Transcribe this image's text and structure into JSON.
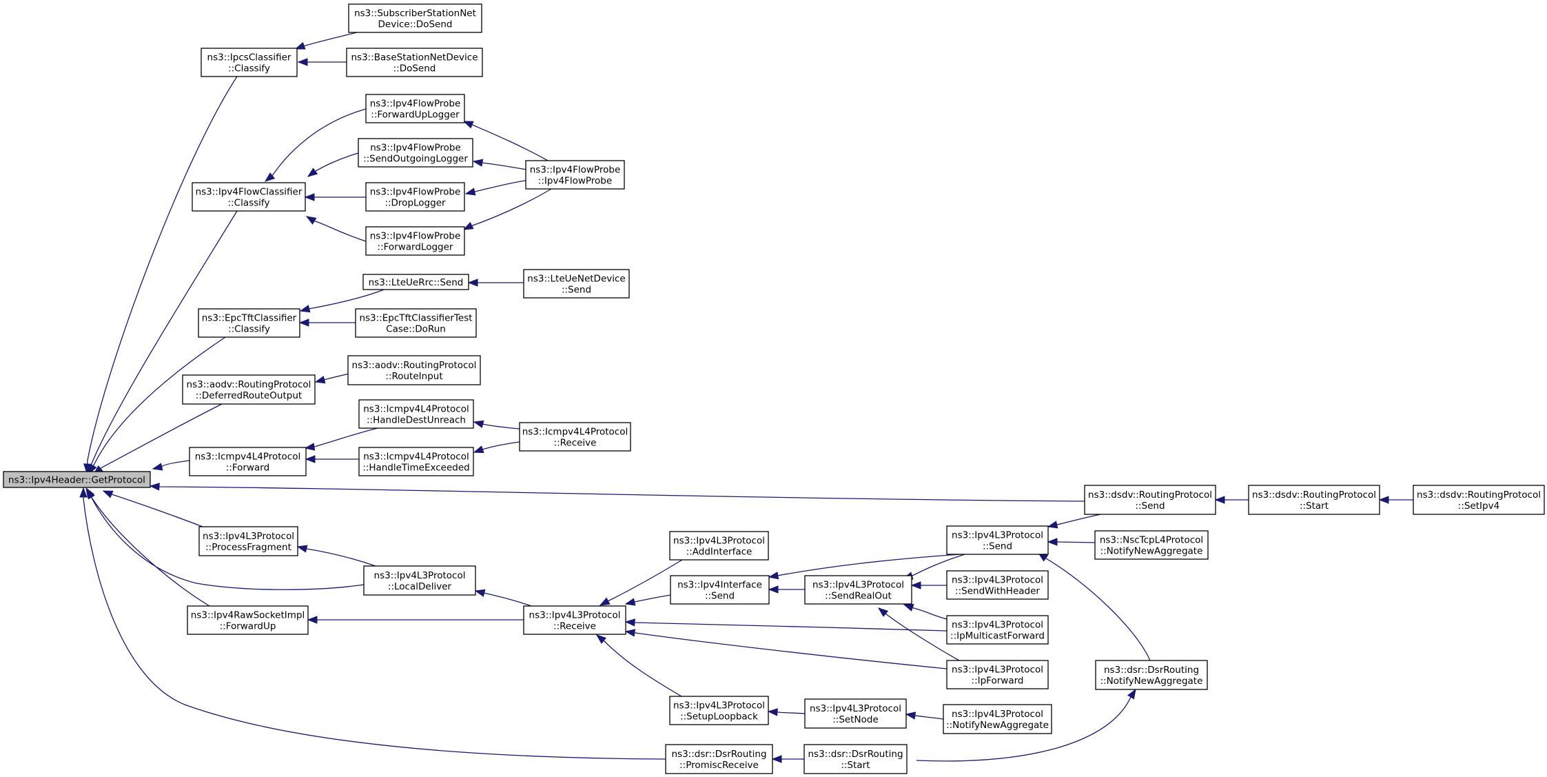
{
  "graph_title": "",
  "nodes": {
    "n0": {
      "lines": [
        "ns3::Ipv4Header::GetProtocol"
      ],
      "root": true
    },
    "n1": {
      "lines": [
        "ns3::IpcsClassifier",
        "::Classify"
      ]
    },
    "n2": {
      "lines": [
        "ns3::SubscriberStationNet",
        "Device::DoSend"
      ]
    },
    "n3": {
      "lines": [
        "ns3::BaseStationNetDevice",
        "::DoSend"
      ]
    },
    "n4": {
      "lines": [
        "ns3::Ipv4FlowClassifier",
        "::Classify"
      ]
    },
    "n5": {
      "lines": [
        "ns3::Ipv4FlowProbe",
        "::ForwardUpLogger"
      ]
    },
    "n6": {
      "lines": [
        "ns3::Ipv4FlowProbe",
        "::SendOutgoingLogger"
      ]
    },
    "n7": {
      "lines": [
        "ns3::Ipv4FlowProbe",
        "::DropLogger"
      ]
    },
    "n8": {
      "lines": [
        "ns3::Ipv4FlowProbe",
        "::ForwardLogger"
      ]
    },
    "n9": {
      "lines": [
        "ns3::Ipv4FlowProbe",
        "::Ipv4FlowProbe"
      ]
    },
    "n10": {
      "lines": [
        "ns3::EpcTftClassifier",
        "::Classify"
      ]
    },
    "n11": {
      "lines": [
        "ns3::LteUeRrc::Send"
      ]
    },
    "n12": {
      "lines": [
        "ns3::LteUeNetDevice",
        "::Send"
      ]
    },
    "n13": {
      "lines": [
        "ns3::EpcTftClassifierTest",
        "Case::DoRun"
      ]
    },
    "n14": {
      "lines": [
        "ns3::aodv::RoutingProtocol",
        "::DeferredRouteOutput"
      ]
    },
    "n15": {
      "lines": [
        "ns3::aodv::RoutingProtocol",
        "::RouteInput"
      ]
    },
    "n16": {
      "lines": [
        "ns3::Icmpv4L4Protocol",
        "::Forward"
      ]
    },
    "n17": {
      "lines": [
        "ns3::Icmpv4L4Protocol",
        "::HandleDestUnreach"
      ]
    },
    "n18": {
      "lines": [
        "ns3::Icmpv4L4Protocol",
        "::HandleTimeExceeded"
      ]
    },
    "n19": {
      "lines": [
        "ns3::Icmpv4L4Protocol",
        "::Receive"
      ]
    },
    "n20": {
      "lines": [
        "ns3::dsdv::RoutingProtocol",
        "::Send"
      ]
    },
    "n21": {
      "lines": [
        "ns3::dsdv::RoutingProtocol",
        "::Start"
      ]
    },
    "n22": {
      "lines": [
        "ns3::dsdv::RoutingProtocol",
        "::SetIpv4"
      ]
    },
    "n23": {
      "lines": [
        "ns3::Ipv4L3Protocol",
        "::ProcessFragment"
      ]
    },
    "n24": {
      "lines": [
        "ns3::Ipv4L3Protocol",
        "::LocalDeliver"
      ]
    },
    "n25": {
      "lines": [
        "ns3::Ipv4RawSocketImpl",
        "::ForwardUp"
      ]
    },
    "n26": {
      "lines": [
        "ns3::Ipv4L3Protocol",
        "::Receive"
      ]
    },
    "n27": {
      "lines": [
        "ns3::Ipv4L3Protocol",
        "::AddInterface"
      ]
    },
    "n28": {
      "lines": [
        "ns3::Ipv4Interface",
        "::Send"
      ]
    },
    "n29": {
      "lines": [
        "ns3::Ipv4L3Protocol",
        "::SendRealOut"
      ]
    },
    "n30": {
      "lines": [
        "ns3::Ipv4L3Protocol",
        "::Send"
      ]
    },
    "n31": {
      "lines": [
        "ns3::NscTcpL4Protocol",
        "::NotifyNewAggregate"
      ]
    },
    "n32": {
      "lines": [
        "ns3::Ipv4L3Protocol",
        "::SendWithHeader"
      ]
    },
    "n33": {
      "lines": [
        "ns3::Ipv4L3Protocol",
        "::IpMulticastForward"
      ]
    },
    "n34": {
      "lines": [
        "ns3::Ipv4L3Protocol",
        "::IpForward"
      ]
    },
    "n35": {
      "lines": [
        "ns3::dsr::DsrRouting",
        "::NotifyNewAggregate"
      ]
    },
    "n36": {
      "lines": [
        "ns3::Ipv4L3Protocol",
        "::SetupLoopback"
      ]
    },
    "n37": {
      "lines": [
        "ns3::Ipv4L3Protocol",
        "::SetNode"
      ]
    },
    "n38": {
      "lines": [
        "ns3::Ipv4L3Protocol",
        "::NotifyNewAggregate"
      ]
    },
    "n39": {
      "lines": [
        "ns3::dsr::DsrRouting",
        "::PromiscReceive"
      ]
    },
    "n40": {
      "lines": [
        "ns3::dsr::DsrRouting",
        "::Start"
      ]
    }
  },
  "edges": [
    {
      "from": "n1",
      "to": "n0"
    },
    {
      "from": "n2",
      "to": "n1"
    },
    {
      "from": "n3",
      "to": "n1"
    },
    {
      "from": "n4",
      "to": "n0"
    },
    {
      "from": "n5",
      "to": "n4"
    },
    {
      "from": "n6",
      "to": "n4"
    },
    {
      "from": "n7",
      "to": "n4"
    },
    {
      "from": "n8",
      "to": "n4"
    },
    {
      "from": "n9",
      "to": "n5"
    },
    {
      "from": "n9",
      "to": "n6"
    },
    {
      "from": "n9",
      "to": "n7"
    },
    {
      "from": "n9",
      "to": "n8"
    },
    {
      "from": "n10",
      "to": "n0"
    },
    {
      "from": "n11",
      "to": "n10"
    },
    {
      "from": "n13",
      "to": "n10"
    },
    {
      "from": "n12",
      "to": "n11"
    },
    {
      "from": "n14",
      "to": "n0"
    },
    {
      "from": "n15",
      "to": "n14"
    },
    {
      "from": "n16",
      "to": "n0"
    },
    {
      "from": "n17",
      "to": "n16"
    },
    {
      "from": "n18",
      "to": "n16"
    },
    {
      "from": "n19",
      "to": "n17"
    },
    {
      "from": "n19",
      "to": "n18"
    },
    {
      "from": "n20",
      "to": "n0"
    },
    {
      "from": "n21",
      "to": "n20"
    },
    {
      "from": "n22",
      "to": "n21"
    },
    {
      "from": "n23",
      "to": "n0"
    },
    {
      "from": "n24",
      "to": "n23"
    },
    {
      "from": "n24",
      "to": "n0"
    },
    {
      "from": "n25",
      "to": "n0"
    },
    {
      "from": "n39",
      "to": "n0"
    },
    {
      "from": "n26",
      "to": "n24"
    },
    {
      "from": "n26",
      "to": "n25"
    },
    {
      "from": "n27",
      "to": "n26"
    },
    {
      "from": "n28",
      "to": "n26"
    },
    {
      "from": "n36",
      "to": "n26"
    },
    {
      "from": "n33",
      "to": "n26"
    },
    {
      "from": "n34",
      "to": "n26"
    },
    {
      "from": "n30",
      "to": "n28"
    },
    {
      "from": "n29",
      "to": "n28"
    },
    {
      "from": "n30",
      "to": "n29"
    },
    {
      "from": "n32",
      "to": "n29"
    },
    {
      "from": "n33",
      "to": "n29"
    },
    {
      "from": "n34",
      "to": "n29"
    },
    {
      "from": "n20",
      "to": "n30"
    },
    {
      "from": "n31",
      "to": "n30"
    },
    {
      "from": "n35",
      "to": "n30"
    },
    {
      "from": "n37",
      "to": "n36"
    },
    {
      "from": "n38",
      "to": "n37"
    },
    {
      "from": "n40",
      "to": "n39"
    },
    {
      "from": "n40",
      "to": "n35"
    }
  ]
}
